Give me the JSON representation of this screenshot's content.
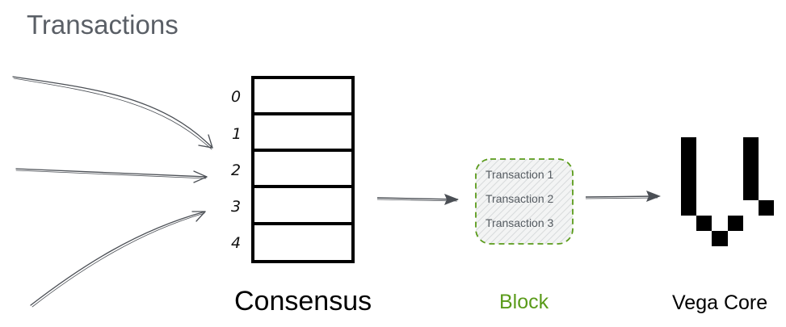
{
  "title": "Transactions",
  "consensus": {
    "label": "Consensus",
    "slots": [
      "0",
      "1",
      "2",
      "3",
      "4"
    ]
  },
  "block": {
    "label": "Block",
    "transactions": [
      "Transaction 1",
      "Transaction 2",
      "Transaction 3"
    ],
    "accent_color": "#5a9b1a"
  },
  "vega_core": {
    "label": "Vega Core",
    "logo_icon": "vega-logo-icon"
  }
}
